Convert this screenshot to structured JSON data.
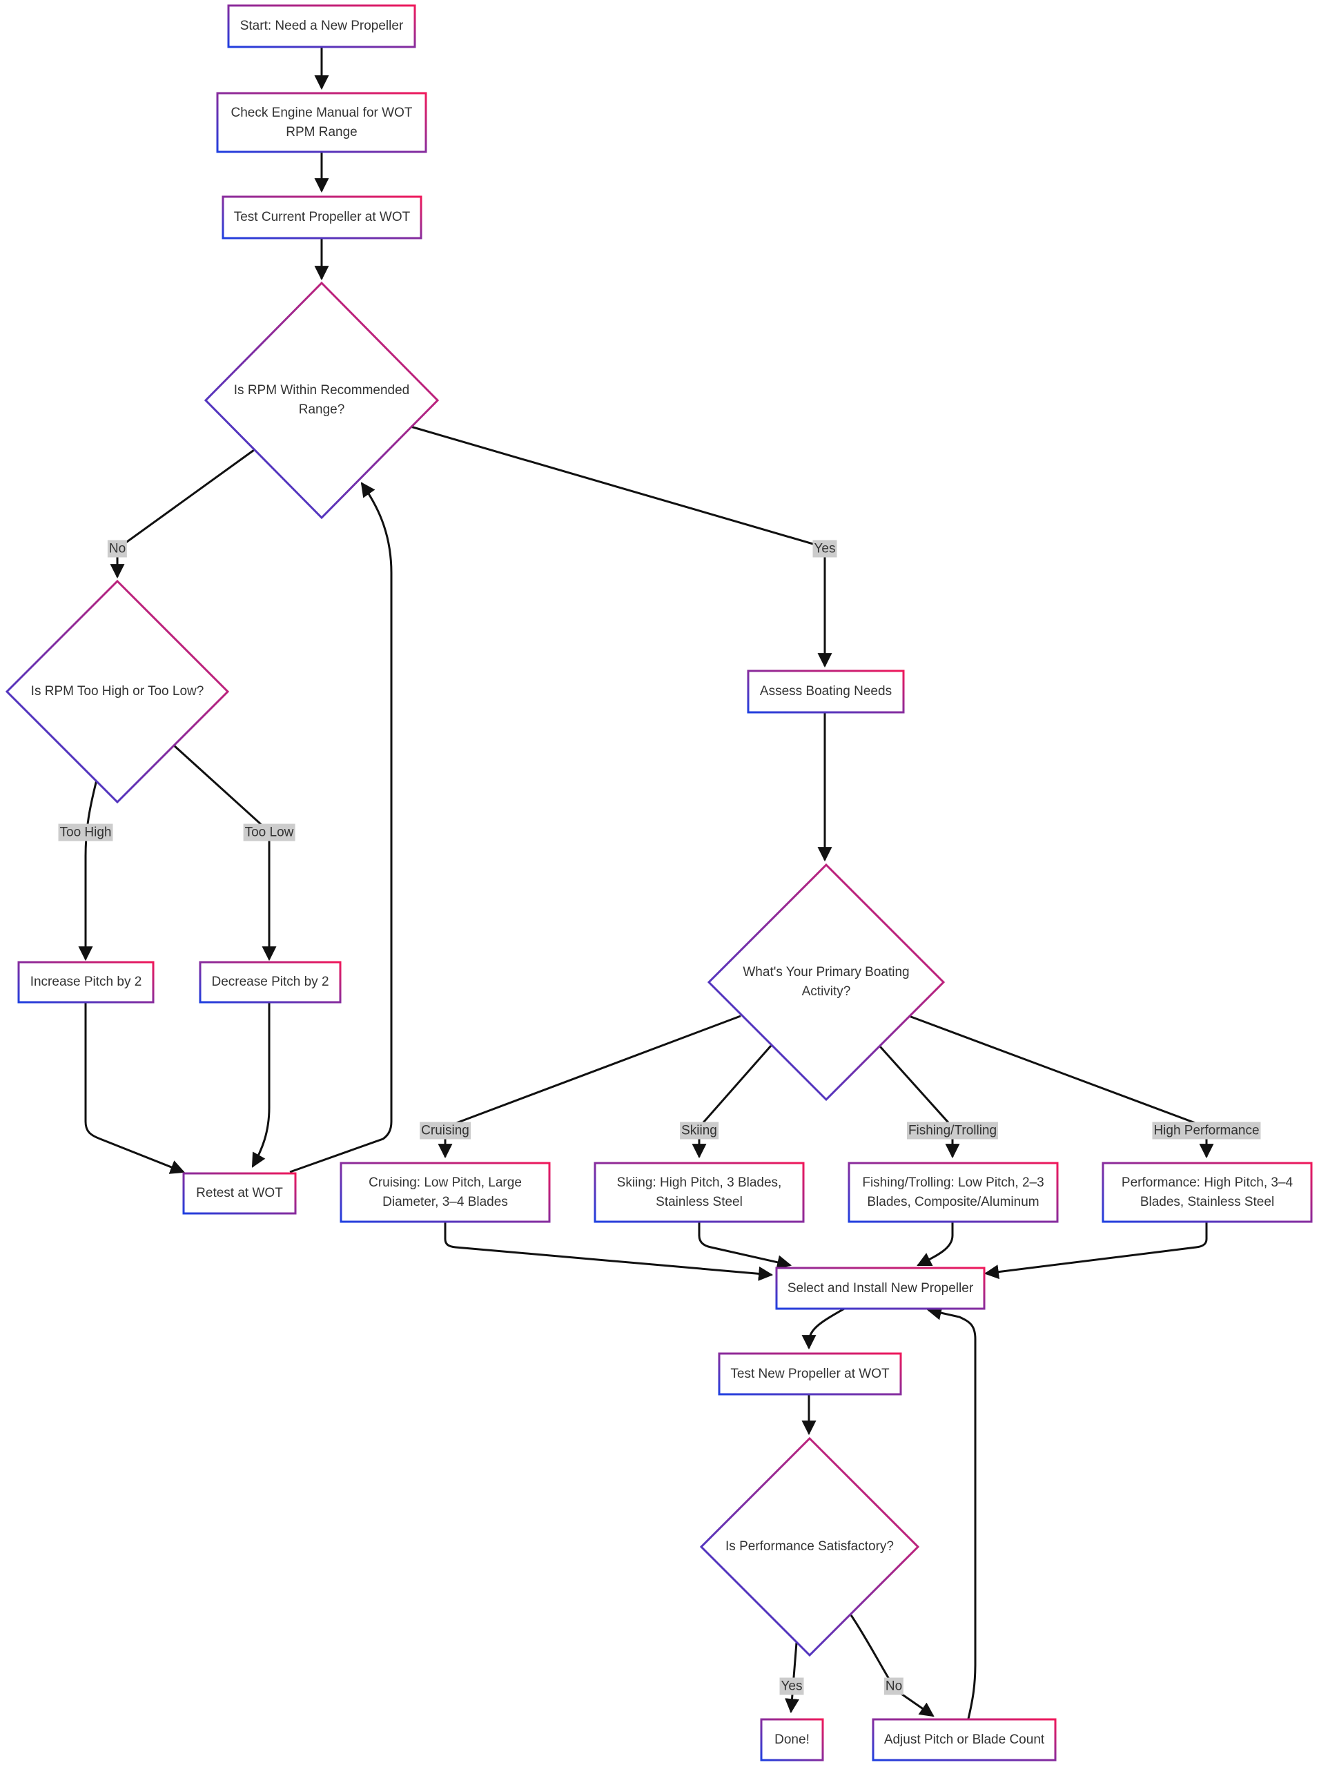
{
  "colors": {
    "border_start": "#1f3fe0",
    "border_end": "#f0185a",
    "edge": "#111111",
    "label_bg": "#cccccc",
    "text": "#333333"
  },
  "nodes": {
    "start": "Start: Need a New Propeller",
    "check_manual": "Check Engine Manual for WOT RPM Range",
    "test_current": "Test Current Propeller at WOT",
    "rpm_in_range": "Is RPM Within Recommended Range?",
    "rpm_high_low": "Is RPM Too High or Too Low?",
    "increase_pitch": "Increase Pitch by 2",
    "decrease_pitch": "Decrease Pitch by 2",
    "retest": "Retest at WOT",
    "assess_needs": "Assess Boating Needs",
    "primary_activity": "What's Your Primary Boating Activity?",
    "cruising": "Cruising: Low Pitch, Large Diameter, 3–4 Blades",
    "skiing": "Skiing: High Pitch, 3 Blades, Stainless Steel",
    "fishing": "Fishing/Trolling: Low Pitch, 2–3 Blades, Composite/Aluminum",
    "performance": "Performance: High Pitch, 3–4 Blades, Stainless Steel",
    "select_install": "Select and Install New Propeller",
    "test_new": "Test New Propeller at WOT",
    "satisfactory": "Is Performance Satisfactory?",
    "done": "Done!",
    "adjust": "Adjust Pitch or Blade Count"
  },
  "edge_labels": {
    "no_1": "No",
    "yes_1": "Yes",
    "too_high": "Too High",
    "too_low": "Too Low",
    "cruising": "Cruising",
    "skiing": "Skiing",
    "fishing": "Fishing/Trolling",
    "high_performance": "High Performance",
    "yes_2": "Yes",
    "no_2": "No"
  }
}
